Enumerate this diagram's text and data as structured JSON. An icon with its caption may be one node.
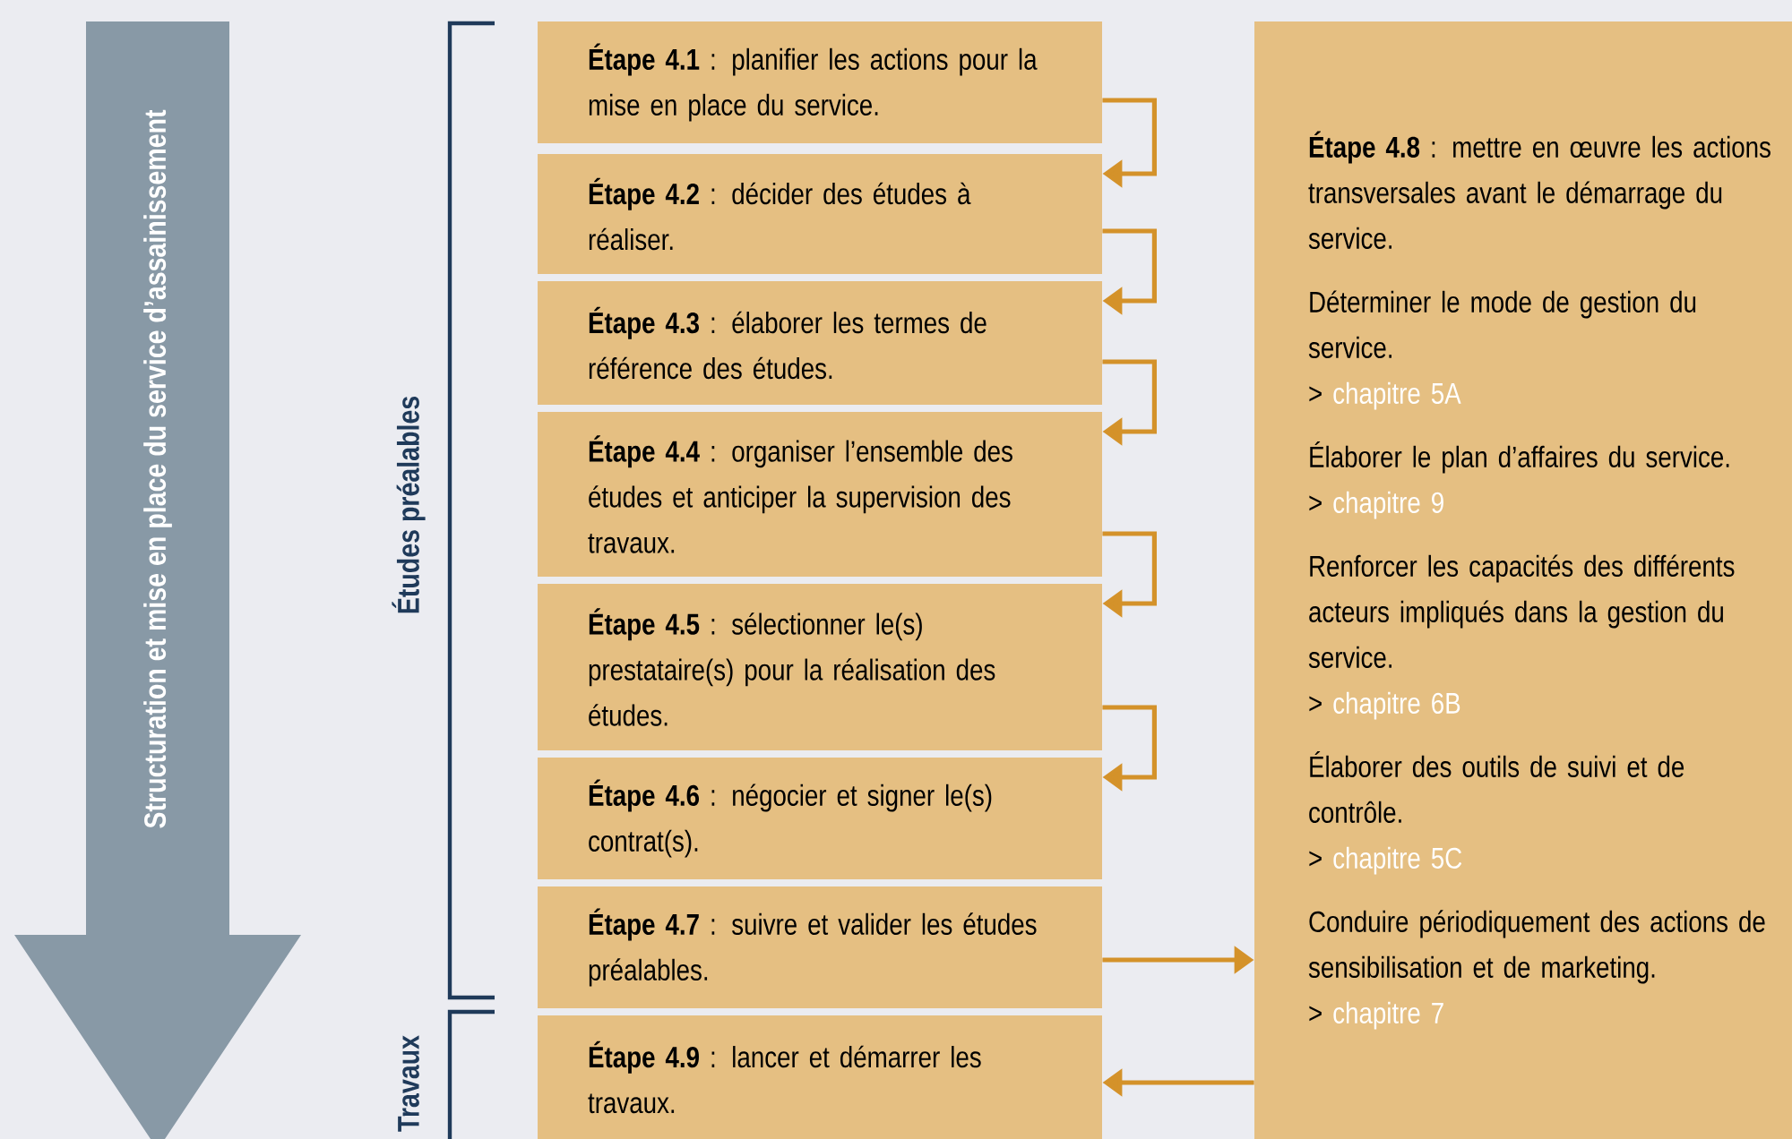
{
  "diagram": {
    "nodes": [
      {
        "text": [
          "Structuration et mise en place du service d’assainissement"
        ]
      },
      {
        "text": [
          "**Étape 4.1** : planifier les actions pour la mise en place du service."
        ]
      },
      {
        "text": [
          "**Étape 4.2** : décider des études à réaliser."
        ]
      },
      {
        "text": [
          "**Étape 4.3** : élaborer les termes de référence des études."
        ]
      },
      {
        "text": [
          "**Étape 4.4** : organiser l’ensemble des études et anticiper la supervision des travaux."
        ]
      },
      {
        "text": [
          "**Étape 4.5** : sélectionner le(s) prestataire(s) pour la réalisation des études."
        ]
      },
      {
        "text": [
          "**Étape 4.6** : négocier et signer le(s) contrat(s)."
        ]
      },
      {
        "text": [
          "**Étape 4.7** : suivre et valider les études préalables."
        ]
      },
      {
        "text": [
          "**Étape 4.9** : lancer et démarrer les travaux."
        ]
      },
      {
        "text": [
          "**Étape 4.8** : mettre en œuvre les actions transversales avant le démarrage du service.",
          "Déterminer le mode de gestion du service.",
          ">",
          "chapitre 5A",
          "Élaborer le plan d’affaires du service.",
          ">",
          "chapitre 9",
          "Renforcer les capacités des différents acteurs impliqués dans la gestion du service.",
          ">",
          "chapitre 6B",
          "Élaborer des outils de suivi et de contrôle.",
          ">",
          "chapitre 5C",
          "Conduire périodiquement des actions de sensibilisation et de marketing.",
          ">",
          "chapitre 7"
        ]
      }
    ],
    "edges": [
      {
        "from": 1,
        "to": 2,
        "arrow": "to"
      },
      {
        "from": 2,
        "to": 3,
        "arrow": "to"
      },
      {
        "from": 3,
        "to": 4,
        "arrow": "to"
      },
      {
        "from": 4,
        "to": 5,
        "arrow": "to"
      },
      {
        "from": 5,
        "to": 6,
        "arrow": "to"
      },
      {
        "from": 7,
        "to": 9,
        "arrow": "to"
      },
      {
        "from": 9,
        "to": 8,
        "arrow": "to"
      }
    ],
    "labels": [
      "Études préalables",
      "Travaux"
    ]
  }
}
